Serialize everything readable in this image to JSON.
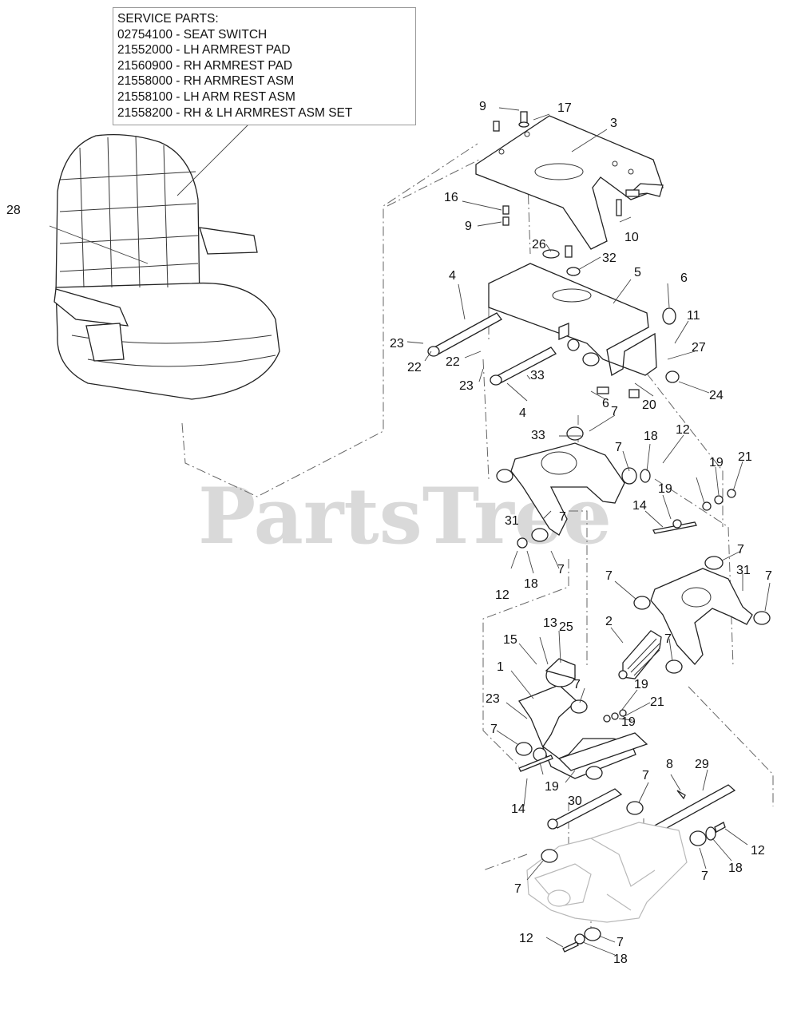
{
  "service_parts": {
    "heading": "SERVICE PARTS:",
    "lines": [
      "02754100 - SEAT SWITCH",
      "21552000 - LH ARMREST PAD",
      "21560900 - RH ARMREST PAD",
      "21558000 - RH ARMREST ASM",
      "21558100 - LH ARM REST ASM",
      "21558200 - RH & LH ARMREST ASM SET"
    ]
  },
  "watermark": "PartsTree",
  "callouts": [
    "28",
    "9",
    "17",
    "3",
    "16",
    "9",
    "26",
    "10",
    "32",
    "4",
    "5",
    "6",
    "11",
    "27",
    "23",
    "22",
    "22",
    "23",
    "33",
    "4",
    "6",
    "20",
    "24",
    "7",
    "33",
    "7",
    "18",
    "12",
    "19",
    "21",
    "19",
    "14",
    "7",
    "31",
    "7",
    "18",
    "12",
    "7",
    "7",
    "31",
    "7",
    "13",
    "25",
    "15",
    "2",
    "1",
    "7",
    "19",
    "7",
    "21",
    "19",
    "23",
    "7",
    "19",
    "30",
    "14",
    "8",
    "29",
    "7",
    "12",
    "18",
    "7",
    "7",
    "12",
    "7",
    "18"
  ]
}
